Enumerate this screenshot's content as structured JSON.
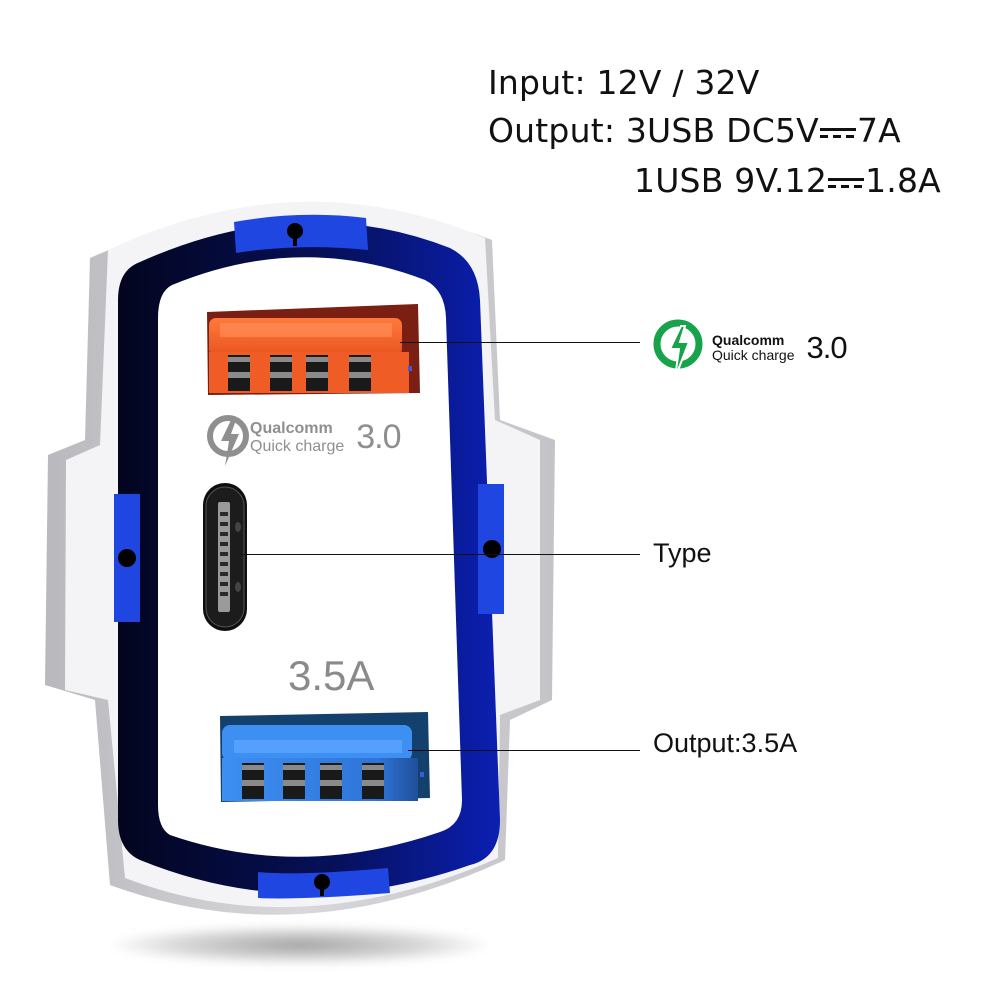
{
  "specs": {
    "input_label": "Input:",
    "input_value": "12V / 32V",
    "output_label": "Output:",
    "output_line1_ports": "3USB",
    "output_line1_voltage": "DC5V",
    "output_line1_current": "7A",
    "output_line2_ports": "1USB",
    "output_line2_voltage": "9V.12",
    "output_line2_current": "1.8A",
    "dc_symbol": "dc-current-symbol"
  },
  "callouts": {
    "qualcomm": {
      "brand": "Qualcomm",
      "subtitle": "Quick charge",
      "version": "3.0",
      "icon": "lightning-bolt-ring-icon",
      "color": "#16a34a"
    },
    "type_c": {
      "label": "Type"
    },
    "usb_blue": {
      "label": "Output:3.5A"
    }
  },
  "device": {
    "port_top": {
      "color": "#f26a2e",
      "frame_color": "#7a1f12",
      "type": "usb-a-qc"
    },
    "qc_print": {
      "brand": "Qualcomm",
      "subtitle": "Quick charge",
      "version": "3.0",
      "color": "#8a8a8a"
    },
    "port_middle": {
      "type": "usb-c"
    },
    "amp_print": "3.5A",
    "port_bottom": {
      "color": "#3b8df0",
      "frame_color": "#14406e",
      "type": "usb-a"
    },
    "colors": {
      "shell": "#f4f4f6",
      "ring_dark": "#05082a",
      "ring_blue": "#0a1fb0",
      "ring_accent": "#1f46e0"
    }
  }
}
